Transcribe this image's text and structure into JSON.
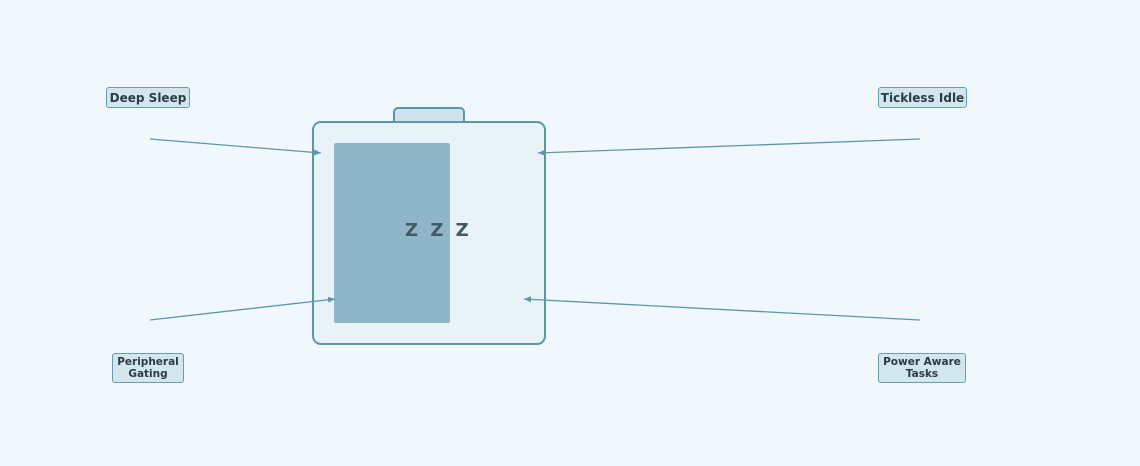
{
  "diagram": {
    "center": {
      "sleep_text": "Z Z Z",
      "fill_fraction": 0.5
    },
    "labels": {
      "deep_sleep": "Deep Sleep",
      "tickless_idle": "Tickless Idle",
      "peripheral_gating": "Peripheral\nGating",
      "power_aware_tasks": "Power Aware\nTasks"
    },
    "colors": {
      "background": "#f0f8fb",
      "device_border": "#5b97aa",
      "device_fill": "#e9f3f7",
      "battery_fill": "#8fb6c8",
      "connector": "#5b97aa",
      "label_fill": "#d2e6ee",
      "label_border": "#6a9cad",
      "text": "#2b3b45"
    }
  }
}
